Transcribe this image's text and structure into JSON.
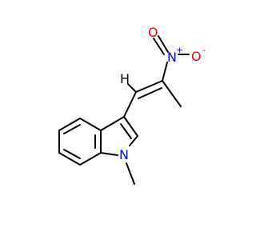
{
  "molecule": {
    "atom_labels": {
      "nitro_n": "N",
      "nitro_n_charge": "+",
      "nitro_o": "O",
      "nitro_o_charge": "-",
      "alkene_h": "H",
      "indole_n": "N"
    },
    "colors": {
      "bond": "#000000",
      "carbon_h": "#000000",
      "nitrogen": "#0000FF",
      "oxygen": "#FF0000"
    }
  }
}
